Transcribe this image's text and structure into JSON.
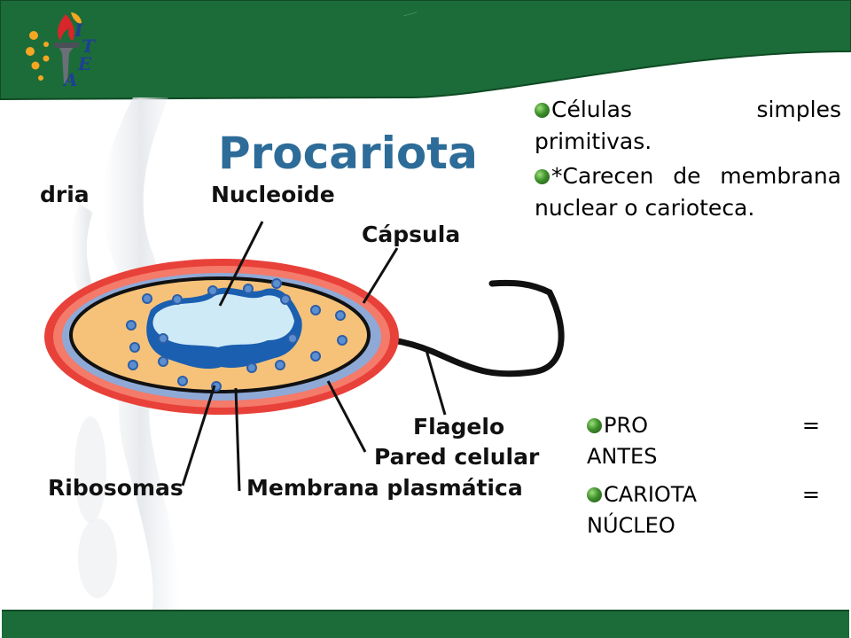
{
  "logo": {
    "letters": [
      "I",
      "T",
      "E",
      "A"
    ]
  },
  "diagram": {
    "title": "Procariota",
    "labels": {
      "mitochondria_partial": "dria",
      "nucleoid": "Nucleoide",
      "capsule": "Cápsula",
      "flagellum": "Flagelo",
      "cell_wall": "Pared celular",
      "ribosomes": "Ribosomas",
      "plasma_membrane": "Membrana plasmática"
    }
  },
  "bullets_top": [
    {
      "line1": "Células simples",
      "line2": "primitivas."
    },
    {
      "line1": "*Carecen de membrana",
      "line2": "nuclear o carioteca."
    }
  ],
  "bullets_bottom": [
    {
      "line1": "PRO =",
      "line2": "ANTES"
    },
    {
      "line1": "CARIOTA =",
      "line2": "NÚCLEO"
    }
  ],
  "colors": {
    "banner_green": "#1c6c39",
    "footer_green": "#1c6c39",
    "bullet_green": "#3f8f2c",
    "diagram_title_blue": "#2d6c98",
    "capsule_red": "#e8413a",
    "wall_blue": "#8fa9d6",
    "cytoplasm_orange": "#f6c27a",
    "nucleoid_light": "#cfeaf7",
    "nucleoid_dark": "#1a5fb0",
    "logo_orange": "#f5a623",
    "logo_blue": "#1e3f93"
  }
}
